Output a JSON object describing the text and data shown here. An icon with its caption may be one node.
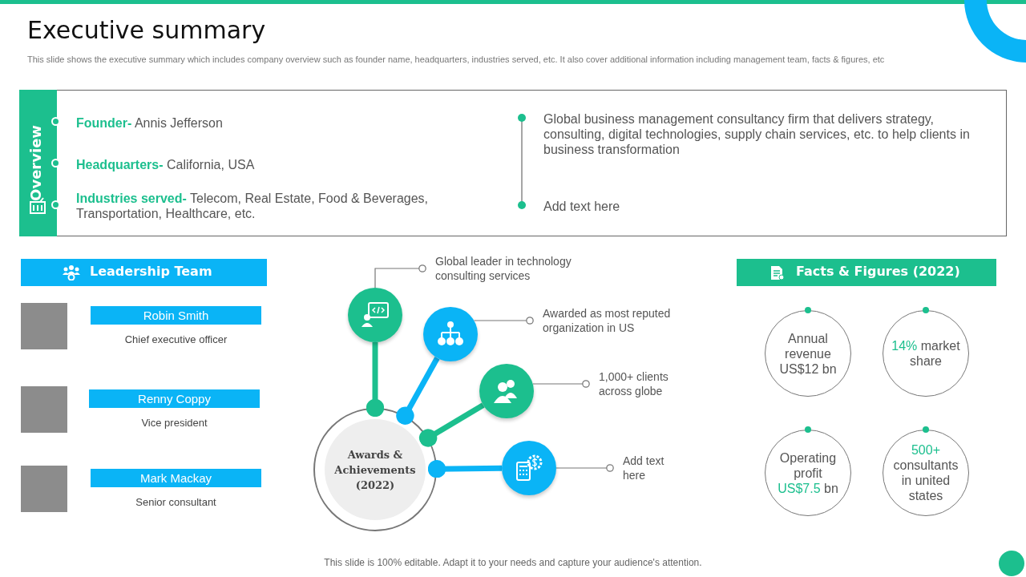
{
  "diagram": {
    "title": "Executive summary",
    "nodes": [
      {
        "text": [
          "Overview"
        ]
      },
      {
        "text": [
          "Leadership Team"
        ]
      },
      {
        "text": [
          "Robin Smith"
        ],
        "beside": [
          "Chief executive officer"
        ]
      },
      {
        "text": [
          "Renny Coppy"
        ],
        "beside": [
          "Vice president"
        ]
      },
      {
        "text": [
          "Mark Mackay"
        ],
        "beside": [
          "Senior consultant"
        ]
      },
      {
        "text": [
          "Awards & Achievements (2022)"
        ]
      },
      {
        "text": [],
        "shape": "circle"
      },
      {
        "text": [],
        "shape": "circle"
      },
      {
        "text": [],
        "shape": "circle"
      },
      {
        "text": [],
        "shape": "circle"
      },
      {
        "text": [
          "Global leader in technology consulting services"
        ]
      },
      {
        "text": [
          "Awarded as most reputed organization in US"
        ]
      },
      {
        "text": [
          "1,000+ clients across globe"
        ]
      },
      {
        "text": [
          "Add text here"
        ]
      },
      {
        "text": [
          "Facts & Figures (2022)"
        ]
      },
      {
        "text": [
          "Annual revenue US$12 bn"
        ]
      },
      {
        "text": [
          "*14%* market share"
        ]
      },
      {
        "text": [
          "Operating profit *US$7.5* bn"
        ]
      },
      {
        "text": [
          "*500+* consultants in united states"
        ]
      }
    ],
    "edges": [
      {
        "from": 5,
        "to": 6,
        "arrow": "other",
        "style": "thick",
        "color": "#1cbf8e"
      },
      {
        "from": 5,
        "to": 7,
        "arrow": "other",
        "style": "thick",
        "color": "#0ab4f6"
      },
      {
        "from": 5,
        "to": 8,
        "arrow": "other",
        "style": "thick",
        "color": "#1cbf8e"
      },
      {
        "from": 5,
        "to": 9,
        "arrow": "other",
        "style": "thick",
        "color": "#0ab4f6"
      },
      {
        "from": 6,
        "to": 10,
        "arrow": "other"
      },
      {
        "from": 7,
        "to": 11,
        "arrow": "other"
      },
      {
        "from": 8,
        "to": 12,
        "arrow": "other"
      },
      {
        "from": 9,
        "to": 13,
        "arrow": "other"
      }
    ],
    "labels": [
      "This slide shows the executive summary which includes company overview such as founder name, headquarters, industries served, etc. It also cover additional information including management team, facts & figures, etc",
      "**Founder-** Annis Jefferson",
      "**Headquarters-** California, USA",
      "**Industries served-** Telecom, Real Estate, Food & Beverages, Transportation, Healthcare, etc.",
      "Global business management consultancy firm that delivers strategy, consulting, digital technologies, supply chain services, etc. to help clients in business transformation",
      "Add text here",
      "This slide is 100% editable. Adapt it to your needs and capture your audience's attention."
    ]
  }
}
